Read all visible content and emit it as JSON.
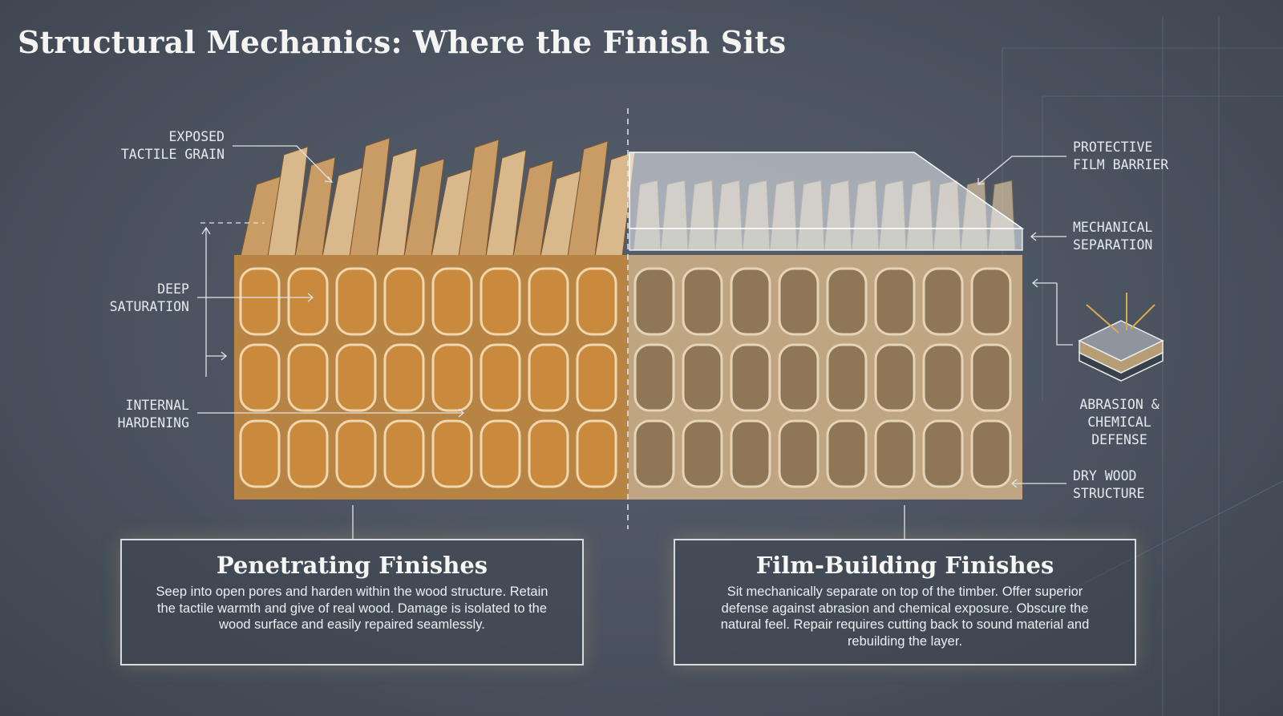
{
  "title": "Structural Mechanics: Where the Finish Sits",
  "labels": {
    "exposed_grain": "EXPOSED\nTACTILE GRAIN",
    "deep_saturation": "DEEP\nSATURATION",
    "internal_hardening": "INTERNAL\nHARDENING",
    "protective_film": "PROTECTIVE\nFILM BARRIER",
    "mechanical_separation": "MECHANICAL\nSEPARATION",
    "abrasion_defense": "ABRASION &\nCHEMICAL\nDEFENSE",
    "dry_wood": "DRY WOOD\nSTRUCTURE"
  },
  "panels": [
    {
      "heading": "Penetrating Finishes",
      "body": "Seep into open pores and harden within the wood structure. Retain the tactile warmth and give of real wood. Damage is isolated to the wood surface and easily repaired seamlessly."
    },
    {
      "heading": "Film-Building Finishes",
      "body": "Sit mechanically separate on top of the timber. Offer superior defense against abrasion and chemical exposure. Obscure the natural feel. Repair requires cutting back to sound material and rebuilding the layer."
    }
  ],
  "colors": {
    "oiled": "#c98a3e",
    "dry": "#c9ad88",
    "film": "#e8eef4"
  }
}
